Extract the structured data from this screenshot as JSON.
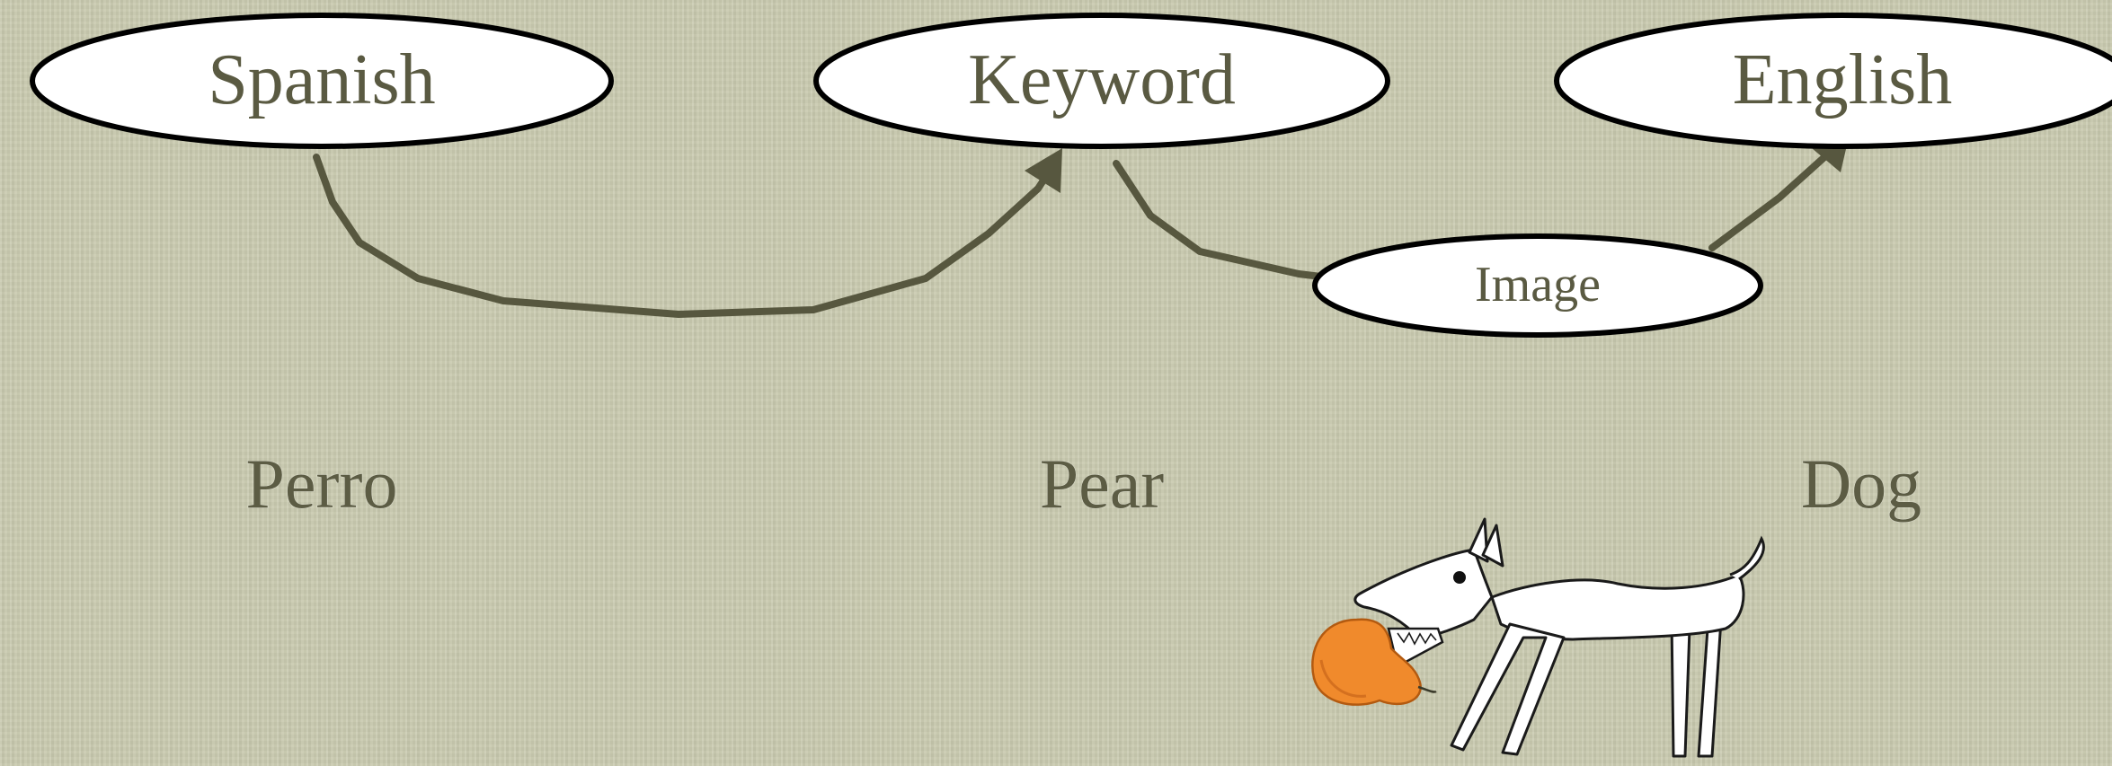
{
  "nodes": {
    "spanish": "Spanish",
    "keyword": "Keyword",
    "english": "English",
    "image": "Image"
  },
  "words": {
    "spanish": "Perro",
    "keyword": "Pear",
    "english": "Dog"
  },
  "colors": {
    "background": "#c9caaf",
    "arrow": "#57573f",
    "text": "#5a5a42",
    "pear": "#f08a2c"
  },
  "illustration": {
    "subject": "dog-holding-pear-illustration"
  }
}
